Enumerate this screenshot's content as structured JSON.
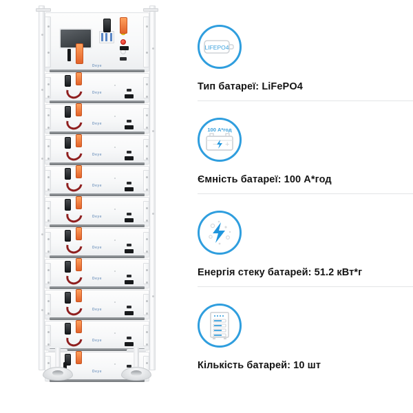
{
  "product": {
    "brand": "Deye",
    "illustration_name": "battery-rack-stack",
    "module_count": 10,
    "control_module_label": "BMS control module"
  },
  "specs": [
    {
      "id": "battery-type",
      "icon": "lifepo4-battery-icon",
      "icon_text": "LIFEPO4",
      "label": "Тип батареї: LiFePO4",
      "divider": true
    },
    {
      "id": "battery-capacity",
      "icon": "car-battery-icon",
      "icon_text": "100 А*год",
      "label": "Ємність батареї: 100 А*год",
      "divider": true
    },
    {
      "id": "stack-energy",
      "icon": "lightning-bolt-icon",
      "icon_text": "",
      "label": "Енергія стеку батарей: 51.2 кВт*г",
      "divider": true
    },
    {
      "id": "battery-count",
      "icon": "battery-rack-icon",
      "icon_text": "",
      "label": "Кількість батарей: 10 шт",
      "divider": false
    }
  ],
  "colors": {
    "accent": "#1783d4",
    "accent_light": "#4fb4e8",
    "text": "#141414",
    "divider": "#e3e4e6",
    "background": "#ffffff",
    "connector_positive": "#e2622a",
    "connector_negative": "#17191b",
    "cable_red": "#8f1f1f"
  }
}
